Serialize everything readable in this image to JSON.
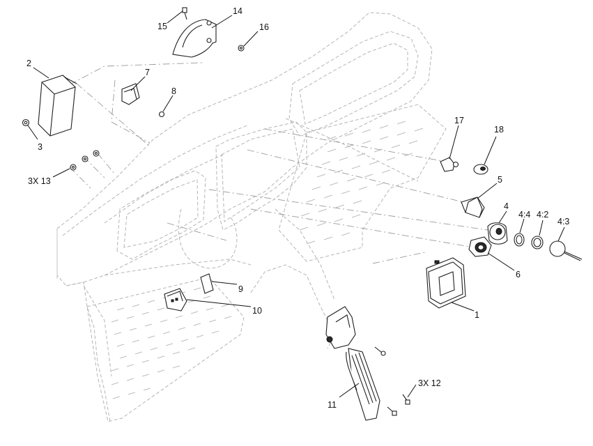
{
  "callouts": {
    "c1": "1",
    "c2": "2",
    "c3": "3",
    "c3x13": "3X 13",
    "c4": "4",
    "c4_4": "4:4",
    "c4_2": "4:2",
    "c4_3": "4:3",
    "c5": "5",
    "c6": "6",
    "c7": "7",
    "c8": "8",
    "c9": "9",
    "c10": "10",
    "c11": "11",
    "c3x12": "3X 12",
    "c14": "14",
    "c15": "15",
    "c16": "16",
    "c17": "17",
    "c18": "18"
  }
}
